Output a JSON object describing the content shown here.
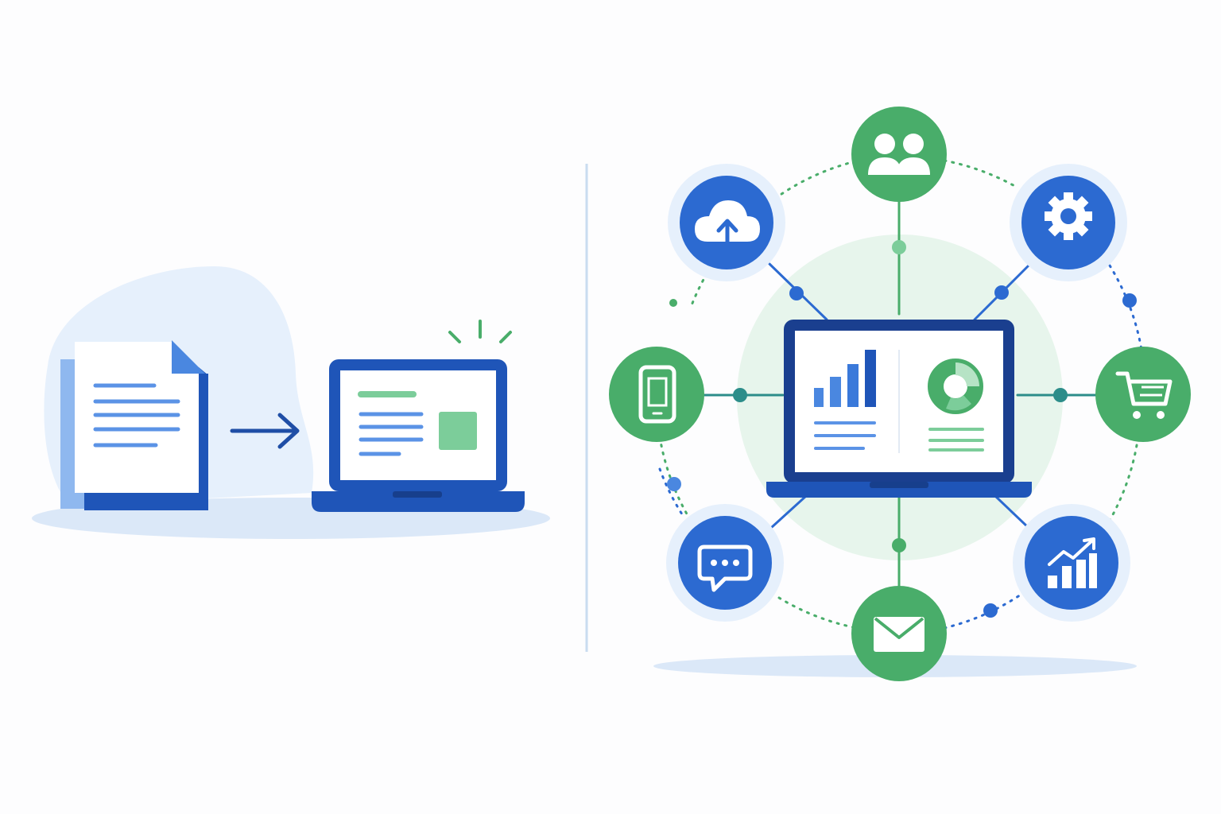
{
  "colors": {
    "navy": "#1a3f8f",
    "blue": "#2c6ad1",
    "light_blue": "#5b93e6",
    "pale_blue": "#e3eefb",
    "halo_blue": "#e6f0fc",
    "green": "#49ad6a",
    "light_green": "#7ccd9a",
    "pale_green": "#e4f4ea",
    "divider": "#c9dcf0"
  },
  "left_panel": {
    "source": "document-icon",
    "transition": "arrow-right-icon",
    "target": "laptop-icon",
    "target_accent": "sparkle-icon"
  },
  "hub": {
    "center": "laptop-dashboard-icon",
    "dashboard_widgets": [
      "bar-chart-icon",
      "donut-chart-icon"
    ],
    "nodes": [
      {
        "id": "users",
        "icon": "users-icon",
        "color": "green"
      },
      {
        "id": "settings",
        "icon": "gear-icon",
        "color": "blue"
      },
      {
        "id": "cart",
        "icon": "shopping-cart-icon",
        "color": "green"
      },
      {
        "id": "analytics",
        "icon": "growth-chart-icon",
        "color": "blue"
      },
      {
        "id": "email",
        "icon": "envelope-icon",
        "color": "green"
      },
      {
        "id": "chat",
        "icon": "chat-bubble-icon",
        "color": "blue"
      },
      {
        "id": "mobile",
        "icon": "smartphone-icon",
        "color": "green"
      },
      {
        "id": "cloud",
        "icon": "cloud-upload-icon",
        "color": "blue"
      }
    ]
  }
}
